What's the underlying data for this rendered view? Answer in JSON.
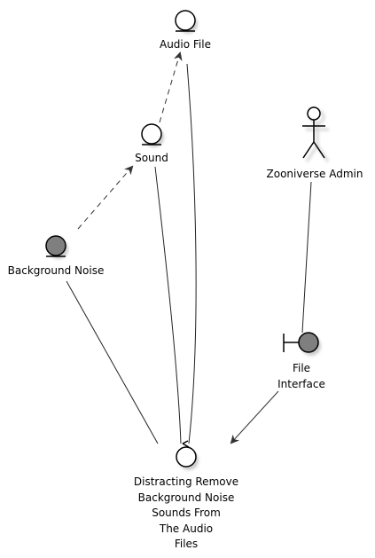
{
  "diagram": {
    "nodes": {
      "audio_file": {
        "label": "Audio File"
      },
      "sound": {
        "label": "Sound"
      },
      "background_noise": {
        "label": "Background Noise"
      },
      "zooniverse_admin": {
        "label": "Zooniverse Admin"
      },
      "file_interface": {
        "label_lines": [
          "File",
          "Interface"
        ]
      },
      "distracting_remove": {
        "label_lines": [
          "Distracting Remove",
          "Background Noise",
          "Sounds From",
          "The Audio",
          "Files"
        ]
      }
    },
    "colors": {
      "stroke": "#000000",
      "white_fill": "#ffffff",
      "gray_fill": "#7f7f7f",
      "shadow": "#cccccc",
      "edge": "#333333"
    }
  }
}
